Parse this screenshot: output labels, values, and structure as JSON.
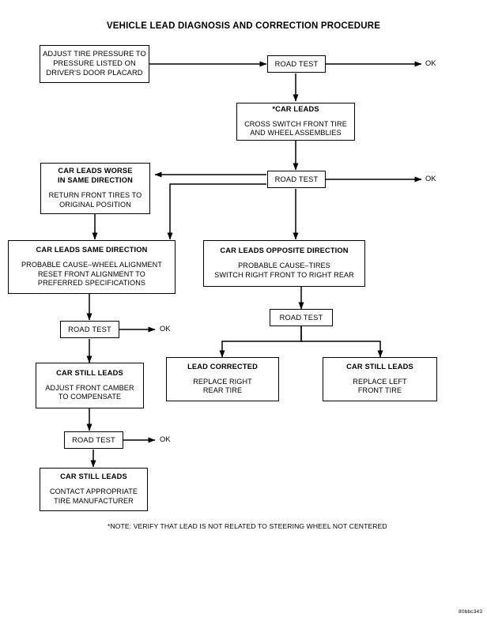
{
  "document": {
    "title": "VEHICLE LEAD DIAGNOSIS AND CORRECTION PROCEDURE",
    "footnote": "*NOTE: VERIFY THAT LEAD IS NOT RELATED TO STEERING WHEEL NOT CENTERED",
    "code": "80bbc343",
    "ink_color": "#000000",
    "background_color": "#ffffff"
  },
  "nodes": {
    "adjust_pressure": {
      "body_lines": [
        "ADJUST TIRE PRESSURE TO",
        "PRESSURE LISTED ON",
        "DRIVER'S DOOR PLACARD"
      ]
    },
    "road_test_1": {
      "label": "ROAD TEST"
    },
    "road_test_2": {
      "label": "ROAD TEST"
    },
    "road_test_3": {
      "label": "ROAD TEST"
    },
    "road_test_4": {
      "label": "ROAD TEST"
    },
    "road_test_5": {
      "label": "ROAD TEST"
    },
    "car_leads": {
      "heading": "*CAR LEADS",
      "body_lines": [
        "CROSS SWITCH FRONT TIRE",
        "AND WHEEL ASSEMBLIES"
      ]
    },
    "car_leads_worse": {
      "heading_lines": [
        "CAR LEADS WORSE",
        "IN SAME DIRECTION"
      ],
      "body_lines": [
        "RETURN FRONT TIRES TO",
        "ORIGINAL POSITION"
      ]
    },
    "car_leads_same": {
      "heading": "CAR LEADS SAME DIRECTION",
      "body_lines": [
        "PROBABLE CAUSE–WHEEL ALIGNMENT",
        "RESET FRONT ALIGNMENT TO",
        "PREFERRED SPECIFICATIONS"
      ]
    },
    "car_leads_opposite": {
      "heading": "CAR LEADS OPPOSITE DIRECTION",
      "body_lines": [
        "PROBABLE CAUSE–TIRES",
        "SWITCH RIGHT FRONT TO RIGHT REAR"
      ]
    },
    "lead_corrected": {
      "heading": "LEAD CORRECTED",
      "body_lines": [
        "REPLACE RIGHT",
        "REAR TIRE"
      ]
    },
    "car_still_leads_right": {
      "heading": "CAR STILL LEADS",
      "body_lines": [
        "REPLACE LEFT",
        "FRONT TIRE"
      ]
    },
    "car_still_leads_camber": {
      "heading": "CAR STILL LEADS",
      "body_lines": [
        "ADJUST FRONT CAMBER",
        "TO COMPENSATE"
      ]
    },
    "car_still_leads_contact": {
      "heading": "CAR STILL LEADS",
      "body_lines": [
        "CONTACT APPROPRIATE",
        "TIRE MANUFACTURER"
      ]
    }
  },
  "outcomes": {
    "ok_1": "OK",
    "ok_2": "OK",
    "ok_3": "OK",
    "ok_4": "OK"
  }
}
